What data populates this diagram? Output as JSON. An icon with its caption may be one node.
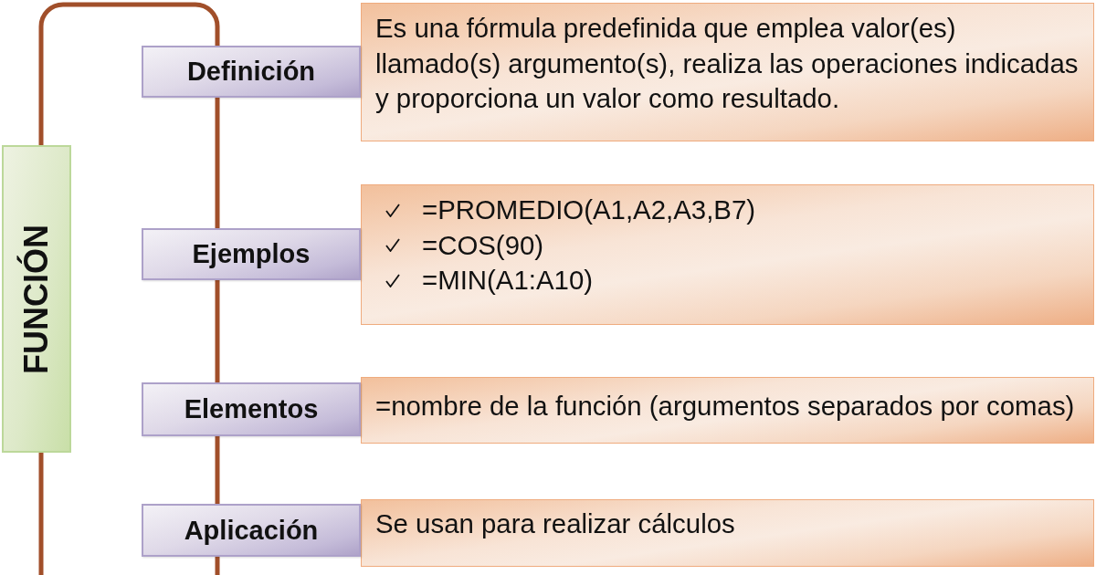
{
  "diagram": {
    "nodes": [
      {
        "text": [
          "FUNCIÓN"
        ]
      },
      {
        "text": [
          "Definición"
        ]
      },
      {
        "text": [
          "Es una fórmula predefinida que emplea valor(es) llamado(s) argumento(s), realiza las operaciones indicadas y proporciona un valor como resultado."
        ]
      },
      {
        "text": [
          "Ejemplos"
        ]
      },
      {
        "text": [
          "=PROMEDIO(A1,A2,A3,B7)",
          "=COS(90)",
          "=MIN(A1:A10)"
        ]
      },
      {
        "text": [
          "Elementos"
        ]
      },
      {
        "text": [
          "=nombre de la función (argumentos separados por comas)"
        ]
      },
      {
        "text": [
          "Aplicación"
        ]
      },
      {
        "text": [
          "Se usan para realizar cálculos"
        ]
      }
    ],
    "edges": [
      {
        "from": 0,
        "to": 1,
        "arrow": "none"
      },
      {
        "from": 1,
        "to": 3,
        "arrow": "none"
      },
      {
        "from": 3,
        "to": 5,
        "arrow": "none"
      },
      {
        "from": 5,
        "to": 7,
        "arrow": "none"
      },
      {
        "from": 7,
        "to": null,
        "arrow": "none"
      },
      {
        "from": 0,
        "to": null,
        "arrow": "none"
      }
    ]
  }
}
